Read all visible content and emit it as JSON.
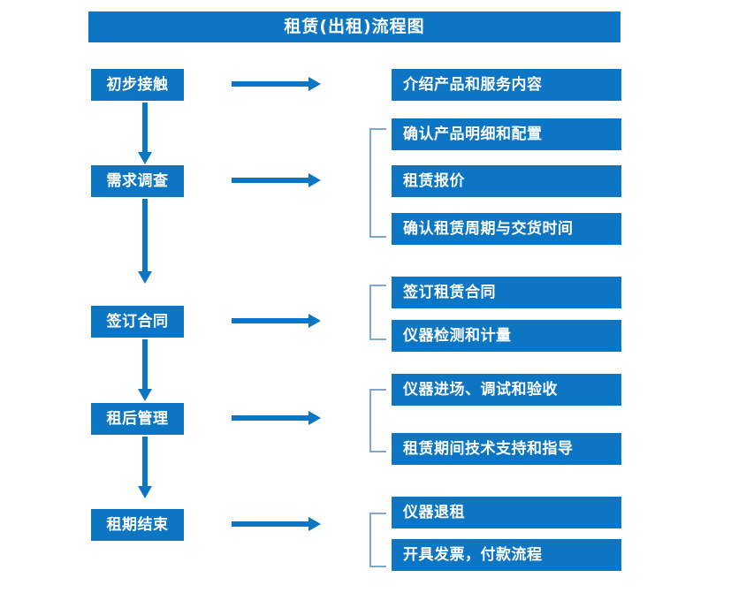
{
  "chart_data": {
    "type": "diagram",
    "title": "租赁(出租)流程图",
    "diagram_kind": "flowchart",
    "orientation": "vertical-stages-with-detail-branches",
    "stages": [
      {
        "label": "初步接触",
        "details": [
          "介绍产品和服务内容"
        ],
        "has_bracket": false
      },
      {
        "label": "需求调查",
        "details": [
          "确认产品明细和配置",
          "租赁报价",
          "确认租赁周期与交货时间"
        ],
        "has_bracket": true
      },
      {
        "label": "签订合同",
        "details": [
          "签订租赁合同",
          "仪器检测和计量"
        ],
        "has_bracket": true
      },
      {
        "label": "租后管理",
        "details": [
          "仪器进场、调试和验收",
          "租赁期间技术支持和指导"
        ],
        "has_bracket": true
      },
      {
        "label": "租期结束",
        "details": [
          "仪器退租",
          "开具发票，付款流程"
        ],
        "has_bracket": true
      }
    ],
    "colors": {
      "box_fill": "#0C75C4",
      "box_text": "#FFFFFF",
      "arrow": "#0C75C4",
      "bracket": "#7FA8CC",
      "background": "#FFFFFF"
    }
  },
  "header": {
    "title": "租赁(出租)流程图"
  },
  "stages": {
    "s0": {
      "label": "初步接触"
    },
    "s1": {
      "label": "需求调查"
    },
    "s2": {
      "label": "签订合同"
    },
    "s3": {
      "label": "租后管理"
    },
    "s4": {
      "label": "租期结束"
    }
  },
  "details": {
    "d0": "介绍产品和服务内容",
    "d1": "确认产品明细和配置",
    "d2": "租赁报价",
    "d3": "确认租赁周期与交货时间",
    "d4": "签订租赁合同",
    "d5": "仪器检测和计量",
    "d6": "仪器进场、调试和验收",
    "d7": "租赁期间技术支持和指导",
    "d8": "仪器退租",
    "d9": "开具发票，付款流程"
  }
}
